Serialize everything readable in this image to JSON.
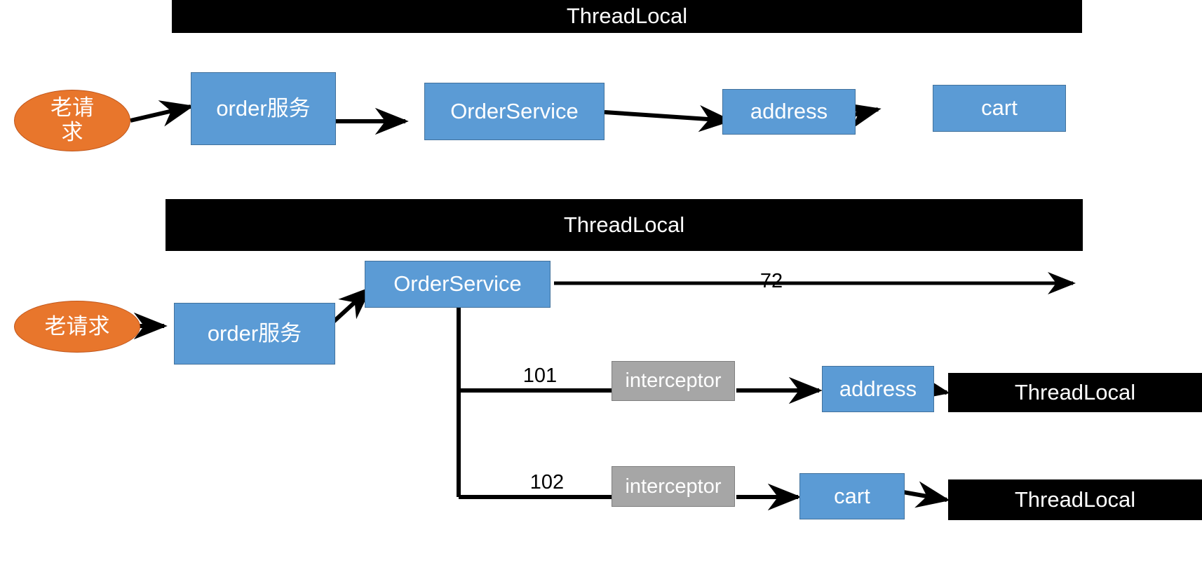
{
  "diagram": {
    "title_text": "ThreadLocal",
    "section_one": {
      "banner_label": "ThreadLocal",
      "request_oval_label": "老请求",
      "order_service_cn_label": "order服务",
      "order_service_label": "OrderService",
      "address_label": "address",
      "cart_label": "cart"
    },
    "section_two": {
      "banner_label": "ThreadLocal",
      "request_oval_label": "老请求",
      "order_service_cn_label": "order服务",
      "order_service_label": "OrderService",
      "edge_label_main": "72",
      "branch_one": {
        "edge_label": "101",
        "interceptor_label": "interceptor",
        "target_label": "address",
        "store_label": "ThreadLocal"
      },
      "branch_two": {
        "edge_label": "102",
        "interceptor_label": "interceptor",
        "target_label": "cart",
        "store_label": "ThreadLocal"
      }
    },
    "colors": {
      "blue": "#5B9BD5",
      "blue_border": "#41719C",
      "orange": "#E8762C",
      "orange_border": "#C0561B",
      "gray": "#A6A6A6",
      "gray_border": "#7F7F7F",
      "black": "#000000",
      "background": "#FFFFFF",
      "text_light": "#FFFFFF",
      "text_dark": "#000000"
    }
  }
}
